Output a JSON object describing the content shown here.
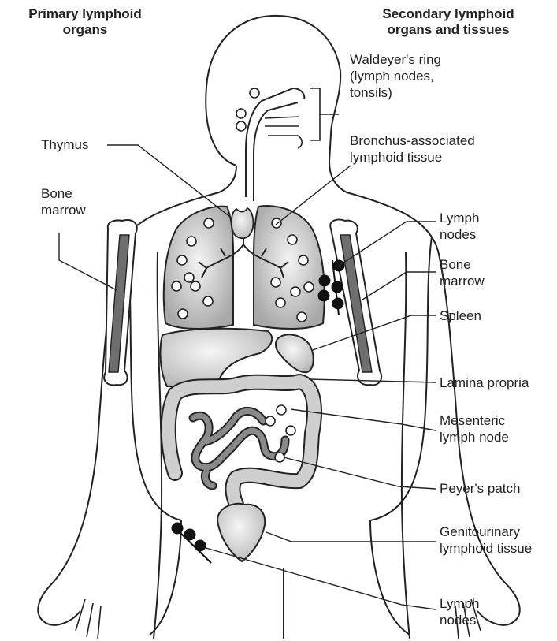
{
  "headers": {
    "primary": [
      "Primary lymphoid",
      "organs"
    ],
    "secondary": [
      "Secondary lymphoid",
      "organs and tissues"
    ]
  },
  "labels": {
    "thymus": [
      "Thymus"
    ],
    "bone_marrow_left": [
      "Bone",
      "marrow"
    ],
    "waldeyer": [
      "Waldeyer's ring",
      "(lymph nodes,",
      "tonsils)"
    ],
    "balt": [
      "Bronchus-associated",
      "lymphoid tissue"
    ],
    "lymph_nodes_upper": [
      "Lymph",
      "nodes"
    ],
    "bone_marrow_right": [
      "Bone",
      "marrow"
    ],
    "spleen": [
      "Spleen"
    ],
    "lamina_propria": [
      "Lamina propria"
    ],
    "mesenteric": [
      "Mesenteric",
      "lymph node"
    ],
    "peyer": [
      "Peyer's patch"
    ],
    "galt_gu": [
      "Genitourinary",
      "lymphoid tissue"
    ],
    "lymph_nodes_lower": [
      "Lymph",
      "nodes"
    ]
  },
  "colors": {
    "outline": "#222222",
    "bone_fill": "#6e6e6e",
    "organ_light": "#e4e4e4",
    "organ_mid": "#c8c8c8",
    "intestine_fill": "#cfcfcf",
    "small_intestine_fill": "#8a8a8a"
  }
}
